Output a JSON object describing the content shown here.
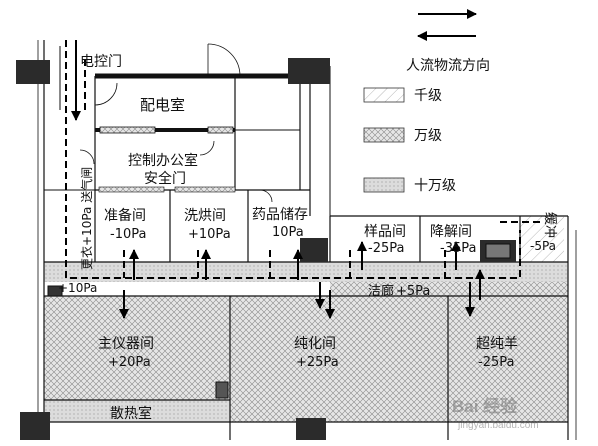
{
  "legend": {
    "flow_label": "人流物流方向",
    "items": [
      {
        "label": "千级",
        "pattern": "thousand"
      },
      {
        "label": "万级",
        "pattern": "ten_thousand"
      },
      {
        "label": "十万级",
        "pattern": "hundred_thousand"
      }
    ]
  },
  "rooms": {
    "electric_door": "电控门",
    "power_room": "配电室",
    "control_office": "控制办公室",
    "safety_door": "安全门",
    "changing_airlock": "更衣+10Pa 送气闸",
    "prep_room": {
      "name": "准备间",
      "pressure": "-10Pa"
    },
    "wash_dry": {
      "name": "洗烘间",
      "pressure": "+10Pa"
    },
    "drug_storage": {
      "name": "药品储存",
      "pressure": "10Pa"
    },
    "sample_room": {
      "name": "样品间",
      "pressure": "-25Pa"
    },
    "digestion_room": {
      "name": "降解间",
      "pressure": "-35Pa"
    },
    "buffer": {
      "name": "缓冲",
      "pressure": "-5Pa"
    },
    "clean_corridor": {
      "name": "洁廊",
      "pressure": "+5Pa"
    },
    "corridor_left": "+10Pa",
    "main_instrument": {
      "name": "主仪器间",
      "pressure": "+20Pa"
    },
    "purification": {
      "name": "纯化间",
      "pressure": "+25Pa"
    },
    "ultra_pure": {
      "name": "超纯羊",
      "pressure": "-25Pa"
    },
    "heat_room": "散热室"
  },
  "watermark": {
    "main": "Bai 经验",
    "sub": "jingyan.baidu.com"
  },
  "colors": {
    "wall": "#111111",
    "column": "#2b2b2b",
    "hatch": "#8a8a8a",
    "corridor_fill": "#dcdcdc"
  }
}
